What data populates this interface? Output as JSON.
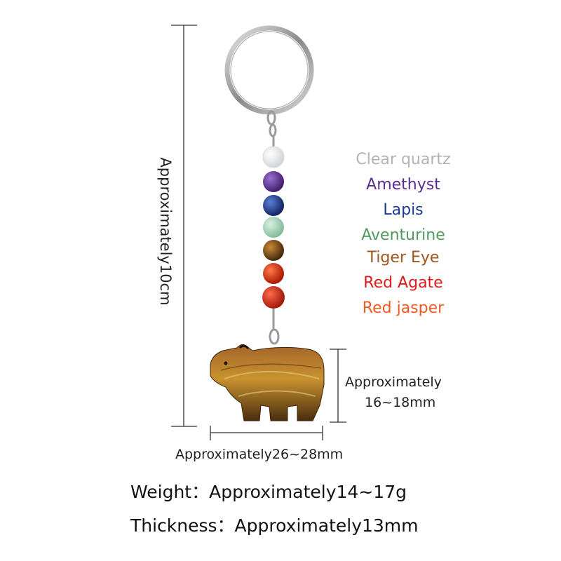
{
  "stones": [
    {
      "name": "Clear quartz",
      "color": "#b3b3b3"
    },
    {
      "name": "Amethyst",
      "color": "#5c2d91"
    },
    {
      "name": "Lapis",
      "color": "#1f3a93"
    },
    {
      "name": "Aventurine",
      "color": "#4f9a5c"
    },
    {
      "name": "Tiger Eye",
      "color": "#a0561e"
    },
    {
      "name": "Red Agate",
      "color": "#e01b1b"
    },
    {
      "name": "Red jasper",
      "color": "#ef5a24"
    }
  ],
  "dimensions": {
    "height": "Approximately10cm",
    "pendant_height_line1": "Approximately",
    "pendant_height_line2": "16~18mm",
    "pendant_width": "Approximately26~28mm"
  },
  "specs": {
    "weight": "Weight：Approximately14~17g",
    "thickness": "Thickness：Approximately13mm"
  }
}
